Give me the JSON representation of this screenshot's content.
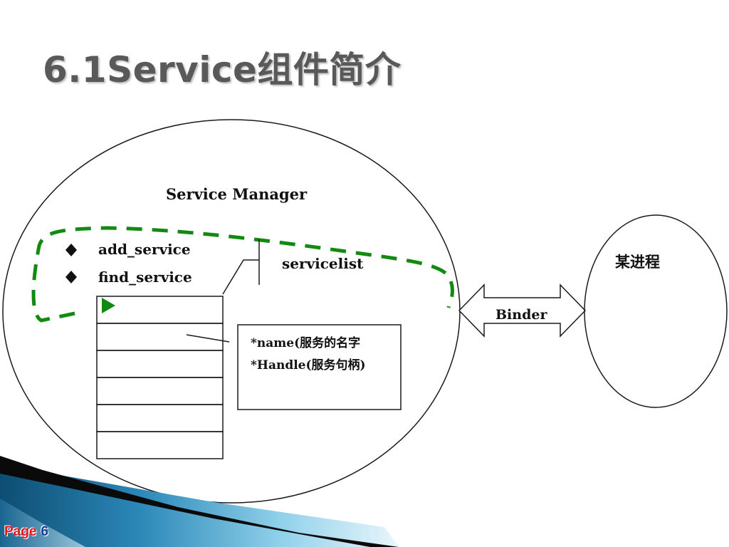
{
  "slide": {
    "title": "6.1Service组件简介",
    "page_word": "Page",
    "page_number": "6"
  },
  "diagram": {
    "service_manager_label": "Service Manager",
    "methods": [
      "add_service",
      "find_service"
    ],
    "servicelist_label": "servicelist",
    "entry_fields": [
      "*name(服务的名字",
      "*Handle(服务句柄)"
    ],
    "binder_label": "Binder",
    "process_label": "某进程",
    "list_rows": 6,
    "colors": {
      "dashed_loop": "#128a12",
      "outline": "#1a1a1a",
      "footer_light": "#8fd0ea",
      "footer_dark": "#0d4d72"
    }
  }
}
